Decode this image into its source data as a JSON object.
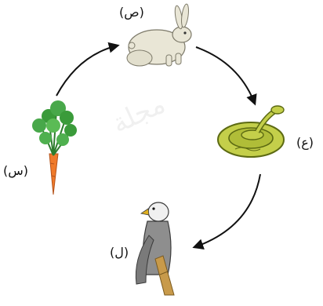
{
  "diagram": {
    "labels": {
      "rabbit": "(ص)",
      "carrot": "(س)",
      "snake": "(ع)",
      "eagle": "(ل)"
    },
    "organisms": [
      "carrot-icon",
      "rabbit-icon",
      "snake-icon",
      "eagle-icon"
    ],
    "watermark": "مجلة",
    "colors": {
      "arrow": "#111111",
      "carrot_leaves": "#3a9b3a",
      "carrot_root": "#f07a2a",
      "rabbit": "#e9e6d6",
      "snake": "#c4cf4a",
      "eagle_body": "#8e8e8e",
      "branch": "#c89a4a"
    }
  }
}
